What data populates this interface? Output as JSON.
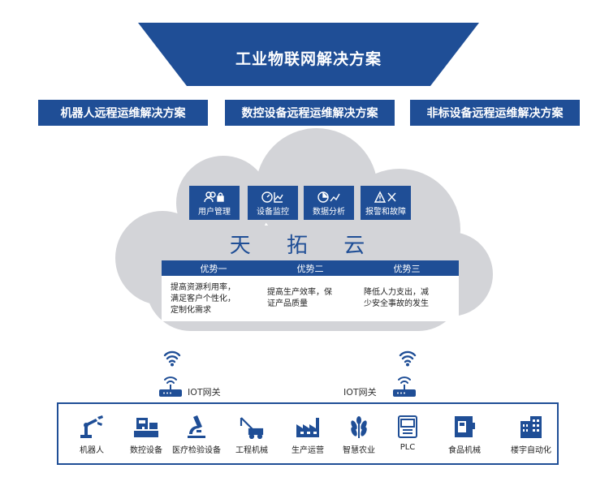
{
  "colors": {
    "primary": "#1f4e96",
    "cloud": "#d3d4d8",
    "cloud_edge": "#c6c7cb"
  },
  "banner": {
    "title": "工业物联网解决方案"
  },
  "solutions": [
    {
      "label": "机器人远程运维解决方案"
    },
    {
      "label": "数控设备远程运维解决方案"
    },
    {
      "label": "非标设备远程运维解决方案"
    }
  ],
  "cloud": {
    "name": "天 拓 云",
    "features": [
      {
        "label": "用户管理",
        "icon": "users-lock-icon"
      },
      {
        "label": "设备监控",
        "icon": "gauge-chart-icon"
      },
      {
        "label": "数据分析",
        "icon": "pie-trend-icon"
      },
      {
        "label": "报警和故障",
        "icon": "warning-tools-icon"
      }
    ],
    "advantages": [
      {
        "title": "优势一",
        "lines": [
          "提高资源利用率，",
          "满足客户个性化，",
          "定制化需求"
        ]
      },
      {
        "title": "优势二",
        "lines": [
          "提高生产效率，保",
          "证产品质量"
        ]
      },
      {
        "title": "优势三",
        "lines": [
          "降低人力支出，减",
          "少安全事故的发生"
        ]
      }
    ]
  },
  "gateways": [
    {
      "label": "IOT网关",
      "icon": "wifi-router-icon"
    },
    {
      "label": "IOT网关",
      "icon": "wifi-router-icon"
    }
  ],
  "devices": [
    {
      "label": "机器人",
      "icon": "robot-arm-icon"
    },
    {
      "label": "数控设备",
      "icon": "cnc-machine-icon"
    },
    {
      "label": "医疗检验设备",
      "icon": "microscope-icon"
    },
    {
      "label": "工程机械",
      "icon": "crane-icon"
    },
    {
      "label": "生产运营",
      "icon": "factory-icon"
    },
    {
      "label": "智慧农业",
      "icon": "wheat-icon"
    },
    {
      "label": "PLC",
      "icon": "plc-icon"
    },
    {
      "label": "食品机械",
      "icon": "food-machine-icon"
    },
    {
      "label": "楼宇自动化",
      "icon": "building-icon"
    }
  ]
}
